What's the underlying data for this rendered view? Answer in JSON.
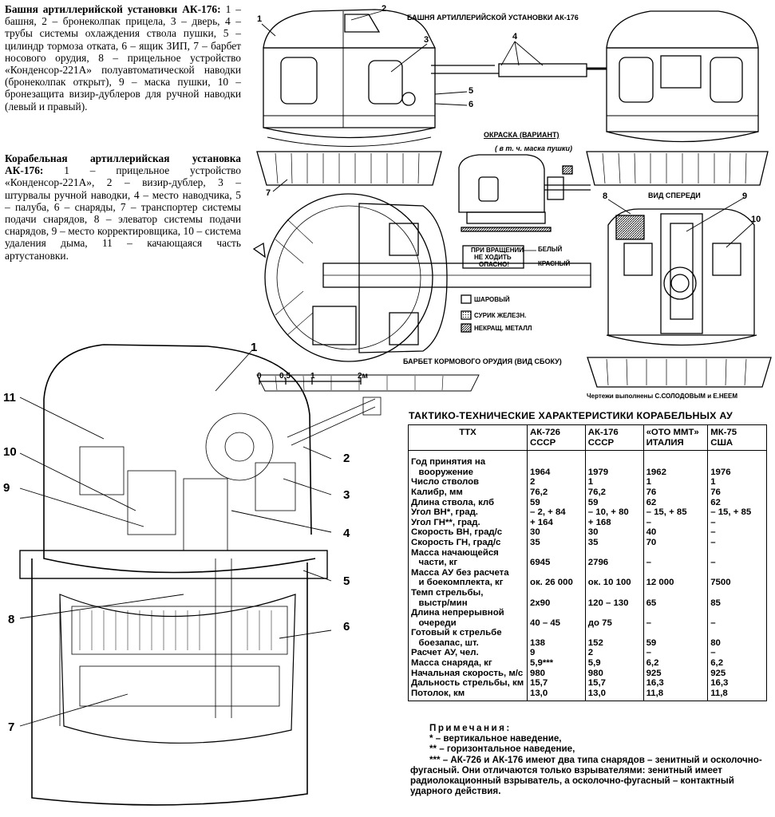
{
  "caption1": {
    "title": "Башня артиллерийской установки АК-176:",
    "body": "1 – башня, 2 – бронеколпак прицела, 3 – дверь, 4 – трубы системы охлаждения ствола пушки, 5 – цилиндр тормоза отката, 6 – ящик ЗИП, 7 – барбет носового орудия, 8 – прицельное устройство «Конденсор-221А» полуавтоматической наводки (бронеколпак открыт), 9 – маска пушки, 10 – бронезащита визир-дублеров для ручной наводки (левый и правый)."
  },
  "caption2": {
    "title": "Корабельная артиллерийская установка АК-176:",
    "body": "1 – прицельное устройство «Конденсор-221А», 2 – визир-дублер, 3 – штурвалы ручной наводки, 4 – место наводчика, 5 – палуба, 6 – снаряды, 7 – транспортер системы подачи снарядов, 8 – элеватор системы подачи снарядов, 9 – место корректировщика, 10 – система удаления дыма, 11 – качающаяся часть артустановки."
  },
  "drawing": {
    "top_title": "БАШНЯ АРТИЛЛЕРИЙСКОЙ УСТАНОВКИ АК-176",
    "paint_title": "ОКРАСКА (ВАРИАНТ)",
    "paint_note": "( в т. ч. маска пушки)",
    "warning_line1": "ПРИ ВРАЩЕНИИ",
    "warning_line2": "НЕ ХОДИТЬ",
    "warning_line3": "ОПАСНО!",
    "white": "БЕЛЫЙ",
    "red": "КРАСНЫЙ",
    "legend_ball": "ШАРОВЫЙ",
    "legend_minium": "СУРИК ЖЕЛЕЗН.",
    "legend_metal": "НЕКРАЩ. МЕТАЛЛ",
    "front_view": "ВИД СПЕРЕДИ",
    "stern_barbette": "БАРБЕТ КОРМОВОГО ОРУДИЯ (ВИД СБОКУ)",
    "credits": "Чертежи выполнены С.СОЛОДОВЫМ и Е.НЕЕМ",
    "scale_0": "0",
    "scale_05": "0,5",
    "scale_1": "1",
    "scale_2": "2м",
    "c1": "1",
    "c2": "2",
    "c3": "3",
    "c4": "4",
    "c5": "5",
    "c6": "6",
    "c7": "7",
    "c8": "8",
    "c9": "9",
    "c10": "10",
    "d1": "1",
    "d2": "2",
    "d3": "3",
    "d4": "4",
    "d5": "5",
    "d6": "6",
    "d7": "7",
    "d8": "8",
    "d9": "9",
    "d10": "10",
    "d11": "11"
  },
  "table": {
    "title": "ТАКТИКО-ТЕХНИЧЕСКИЕ ХАРАКТЕРИСТИКИ КОРАБЕЛЬНЫХ АУ",
    "headers": [
      {
        "l1": "ТТХ",
        "l2": ""
      },
      {
        "l1": "АК-726",
        "l2": "СССР"
      },
      {
        "l1": "АК-176",
        "l2": "СССР"
      },
      {
        "l1": "«ОТО ММТ»",
        "l2": "ИТАЛИЯ"
      },
      {
        "l1": "МК-75",
        "l2": "США"
      }
    ],
    "rows": [
      [
        "Год принятия на",
        "",
        "",
        "",
        ""
      ],
      [
        "   вооружение",
        "1964",
        "1979",
        "1962",
        "1976"
      ],
      [
        "Число стволов",
        "2",
        "1",
        "1",
        "1"
      ],
      [
        "Калибр, мм",
        "76,2",
        "76,2",
        "76",
        "76"
      ],
      [
        "Длина ствола, клб",
        "59",
        "59",
        "62",
        "62"
      ],
      [
        "Угол ВН*, град.",
        "– 2, + 84",
        "– 10, + 80",
        "– 15, + 85",
        "– 15, + 85"
      ],
      [
        "Угол ГН**, град.",
        "+ 164",
        "+ 168",
        "–",
        "–"
      ],
      [
        "Скорость ВН, град/с",
        "30",
        "30",
        "40",
        "–"
      ],
      [
        "Скорость ГН, град/с",
        "35",
        "35",
        "70",
        "–"
      ],
      [
        "Масса начающейся",
        "",
        "",
        "",
        ""
      ],
      [
        "   части, кг",
        "6945",
        "2796",
        "–",
        "–"
      ],
      [
        "Масса АУ без расчета",
        "",
        "",
        "",
        ""
      ],
      [
        "   и боекомплекта, кг",
        "ок. 26 000",
        "ок. 10 100",
        "12 000",
        "7500"
      ],
      [
        "Темп стрельбы,",
        "",
        "",
        "",
        ""
      ],
      [
        "   выстр/мин",
        "2x90",
        "120 – 130",
        "65",
        "85"
      ],
      [
        "Длина непрерывной",
        "",
        "",
        "",
        ""
      ],
      [
        "   очереди",
        "40 – 45",
        "до 75",
        "–",
        "–"
      ],
      [
        "Готовый к стрельбе",
        "",
        "",
        "",
        ""
      ],
      [
        "   боезапас, шт.",
        "138",
        "152",
        "59",
        "80"
      ],
      [
        "Расчет АУ, чел.",
        "9",
        "2",
        "–",
        "–"
      ],
      [
        "Масса снаряда, кг",
        "5,9***",
        "5,9",
        "6,2",
        "6,2"
      ],
      [
        "Начальная скорость, м/с",
        "980",
        "980",
        "925",
        "925"
      ],
      [
        "Дальность стрельбы, км",
        "15,7",
        "15,7",
        "16,3",
        "16,3"
      ],
      [
        "Потолок, км",
        "13,0",
        "13,0",
        "11,8",
        "11,8"
      ]
    ]
  },
  "notes": {
    "title": "Примечания:",
    "n1": "* – вертикальное наведение,",
    "n2": "** – горизонтальное наведение,",
    "n3": "*** – АК-726 и АК-176 имеют два типа снарядов – зенитный и осколочно-фугасный. Они отличаются только взрывателями: зенитный имеет радиолокационный взрыватель, а осколочно-фугасный – контактный ударного действия."
  }
}
